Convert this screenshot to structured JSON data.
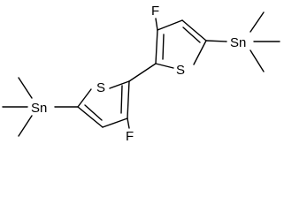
{
  "molecule": {
    "atoms": {
      "fluorine_top": "F",
      "fluorine_bottom": "F",
      "sulfur_right_ring": "S",
      "sulfur_left_ring": "S",
      "tin_right": "Sn",
      "tin_left": "Sn"
    },
    "colors": {
      "bond": "#000000",
      "label": "#000000",
      "background": "#ffffff"
    }
  }
}
